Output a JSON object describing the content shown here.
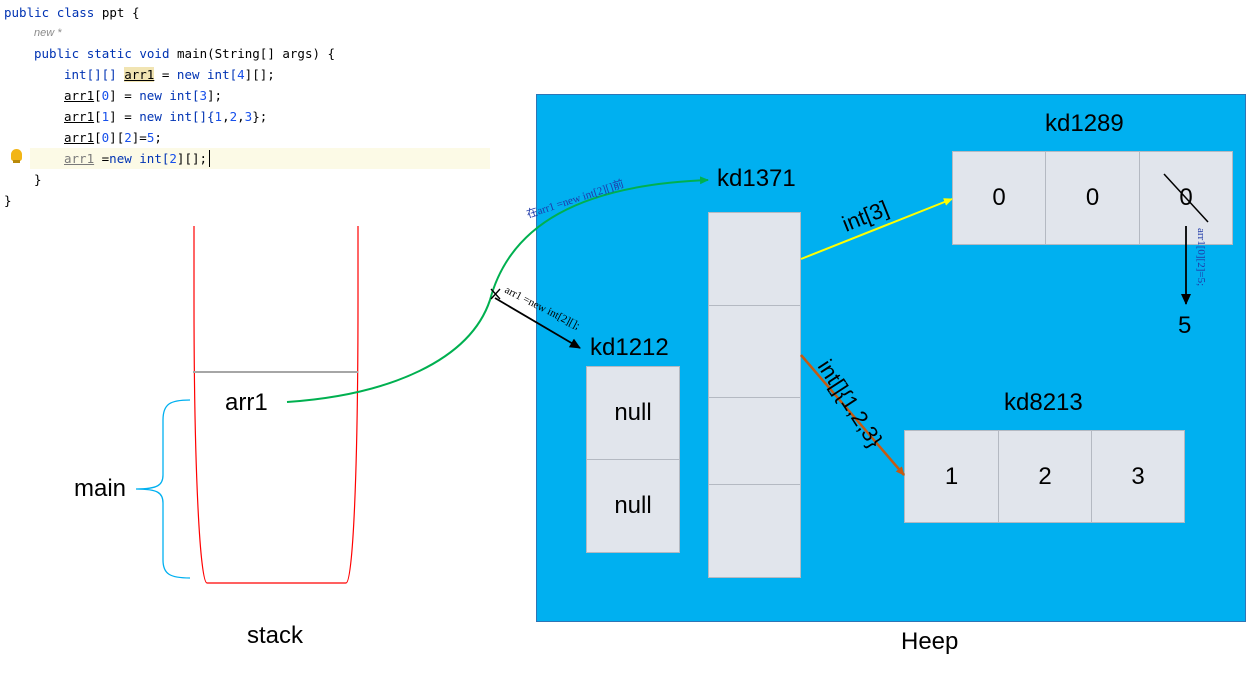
{
  "code": {
    "line1": [
      "public",
      "class",
      "ppt {"
    ],
    "hint": "new *",
    "line3": [
      "public",
      "static",
      "void",
      "main(String[] args) {"
    ],
    "line4": {
      "type": "int[][]",
      "var": "arr1",
      "mid": "=",
      "kw": "new",
      "rest_a": "int[",
      "num": "4",
      "rest_b": "][];"
    },
    "line5": {
      "var": "arr1",
      "a": "[",
      "n1": "0",
      "b": "] =",
      "kw": "new",
      "c": "int[",
      "n2": "3",
      "d": "];"
    },
    "line6": {
      "var": "arr1",
      "a": "[",
      "n1": "1",
      "b": "] =",
      "kw": "new",
      "c": "int[]{",
      "n2": "1",
      "s1": ",",
      "n3": "2",
      "s2": ",",
      "n4": "3",
      "d": "};"
    },
    "line7": {
      "var": "arr1",
      "a": "[",
      "n1": "0",
      "b": "][",
      "n2": "2",
      "c": "]=",
      "n3": "5",
      "d": ";"
    },
    "line8": {
      "var": "arr1",
      "a": "=",
      "kw": "new",
      "b": "int[",
      "n1": "2",
      "c": "][];"
    },
    "close_inner": "}",
    "close_outer": "}"
  },
  "stack": {
    "var_label": "arr1",
    "frame_label": "main",
    "title": "stack"
  },
  "heap": {
    "title": "Heep",
    "kd1371": {
      "label": "kd1371"
    },
    "kd1289": {
      "label": "kd1289",
      "cells": [
        "0",
        "0",
        "0"
      ],
      "new_value": "5",
      "assign_note": "arr1[0][2]=5;"
    },
    "kd8213": {
      "label": "kd8213",
      "cells": [
        "1",
        "2",
        "3"
      ]
    },
    "kd1212": {
      "label": "kd1212",
      "cells": [
        "null",
        "null"
      ]
    },
    "arrow_int3": "int[3]",
    "arrow_int123": "int[]{1,2,3}",
    "arrow_before": "在arr1 =new int[2][]前",
    "arrow_after": "arr1 =new int[2][];"
  },
  "colors": {
    "heap_bg": "#00b0f0",
    "green_ref": "#00b050",
    "yellow_ref": "#ffff00",
    "brown_ref": "#c55a11",
    "stack_wall": "#ff0000",
    "brace": "#00b0f0"
  }
}
